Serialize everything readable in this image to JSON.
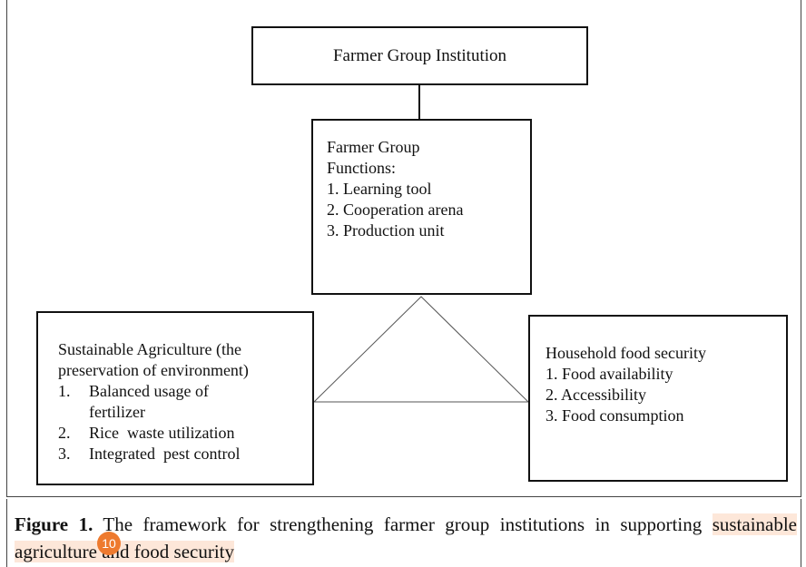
{
  "diagram": {
    "top_box": {
      "title": "Farmer Group Institution"
    },
    "center_box": {
      "title_line1": "Farmer Group",
      "title_line2": "Functions:",
      "items": [
        "1. Learning tool",
        "2. Cooperation arena",
        "3. Production unit"
      ]
    },
    "left_box": {
      "title_line1": "Sustainable Agriculture (the",
      "title_line2": "preservation of environment)",
      "items": [
        {
          "num": "1.",
          "line1": "Balanced usage of",
          "line2": "fertilizer"
        },
        {
          "num": "2.",
          "line1": "Rice  waste utilization"
        },
        {
          "num": "3.",
          "line1": "Integrated  pest control"
        }
      ]
    },
    "right_box": {
      "title": "Household food security",
      "items": [
        "1. Food availability",
        "2. Accessibility",
        "3. Food consumption"
      ]
    }
  },
  "caption": {
    "label": "Figure 1.",
    "text_part1": " The framework for strengthening farmer group institutions in supporting ",
    "text_highlighted": "sustainable agriculture and food security",
    "badge": "10",
    "highlight_color": "#fde7d9",
    "badge_color": "#ee7a2e"
  }
}
